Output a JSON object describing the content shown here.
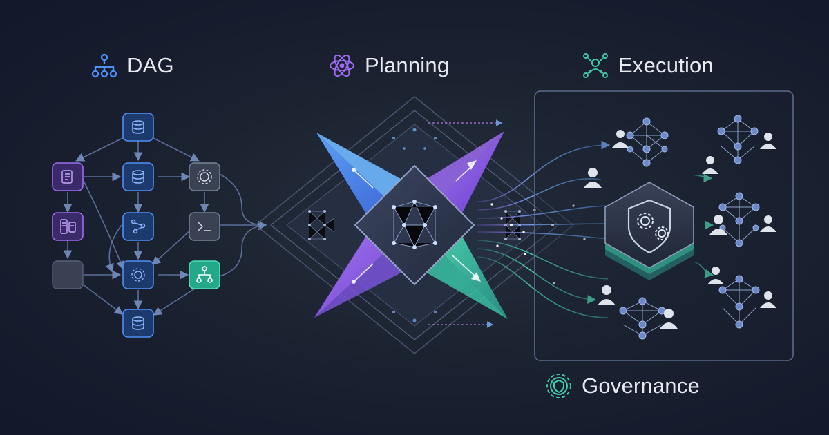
{
  "sections": {
    "dag": {
      "label": "DAG",
      "icon": "hierarchy-icon",
      "color": "#4f8ff7"
    },
    "planning": {
      "label": "Planning",
      "icon": "atom-icon",
      "color": "#9d6cf0"
    },
    "execution": {
      "label": "Execution",
      "icon": "people-network-icon",
      "color": "#3fc9a6"
    },
    "governance": {
      "label": "Governance",
      "icon": "shield-gear-icon",
      "color": "#3fc9a6"
    }
  },
  "colors": {
    "blue": "#4f8ff7",
    "purple": "#9d6cf0",
    "teal": "#3fc9a6",
    "panel_border": "#5b6a88"
  }
}
